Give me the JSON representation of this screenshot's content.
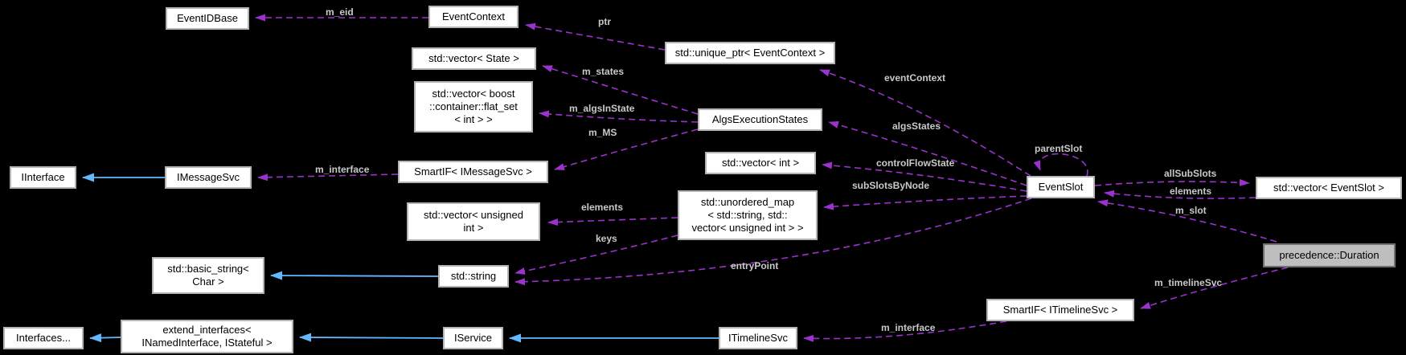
{
  "diagram": {
    "title": "EventSlot / precedence::Duration collaboration graph",
    "colors": {
      "background": "#000000",
      "usage_edge": "#9a32cd",
      "inheritance_edge": "#63b8ff",
      "edge_label": "#c9c9c9",
      "node_background": "#ffffff",
      "node_border": "#b4b4b4",
      "node_text": "#000000",
      "highlighted_node_background": "#bebebe",
      "highlighted_node_border": "#707070"
    },
    "nodes": {
      "event_id_base": {
        "label": "EventIDBase"
      },
      "event_context": {
        "label": "EventContext"
      },
      "unique_ptr_event_context": {
        "label": "std::unique_ptr< EventContext >"
      },
      "vector_state": {
        "label": "std::vector< State >"
      },
      "vector_flat_set": {
        "label": "std::vector< boost\n::container::flat_set\n< int > >"
      },
      "algs_execution_states": {
        "label": "AlgsExecutionStates"
      },
      "vector_int": {
        "label": "std::vector< int >"
      },
      "iinterface": {
        "label": "IInterface"
      },
      "imessagesvc": {
        "label": "IMessageSvc"
      },
      "smartif_imessagesvc": {
        "label": "SmartIF< IMessageSvc >"
      },
      "vector_unsigned_int": {
        "label": "std::vector< unsigned\nint >"
      },
      "unordered_map": {
        "label": "std::unordered_map\n< std::string, std::\nvector< unsigned int > >"
      },
      "event_slot": {
        "label": "EventSlot"
      },
      "vector_event_slot": {
        "label": "std::vector< EventSlot >"
      },
      "precedence_duration": {
        "label": "precedence::Duration",
        "highlighted": true
      },
      "smartif_itimelinesvc": {
        "label": "SmartIF< ITimelineSvc >"
      },
      "basic_string": {
        "label": "std::basic_string<\nChar >"
      },
      "std_string": {
        "label": "std::string"
      },
      "interfaces": {
        "label": "Interfaces..."
      },
      "extend_interfaces": {
        "label": "extend_interfaces<\nINamedInterface, IStateful >"
      },
      "iservice": {
        "label": "IService"
      },
      "itimelinesvc": {
        "label": "ITimelineSvc"
      }
    },
    "labels": {
      "m_eid": "m_eid",
      "ptr": "ptr",
      "m_states": "m_states",
      "m_algs_in_state": "m_algsInState",
      "m_ms": "m_MS",
      "event_context": "eventContext",
      "algs_states": "algsStates",
      "control_flow_state": "controlFlowState",
      "m_interface_msg": "m_interface",
      "sub_slots_by_node": "subSlotsByNode",
      "parent_slot": "parentSlot",
      "all_sub_slots": "allSubSlots",
      "elements_slot": "elements",
      "m_slot": "m_slot",
      "elements_map": "elements",
      "keys": "keys",
      "entry_point": "entryPoint",
      "m_timeline_svc": "m_timelineSvc",
      "m_interface_timeline": "m_interface"
    },
    "edges": [
      {
        "from": "event_context",
        "to": "event_id_base",
        "label": "m_eid",
        "type": "usage"
      },
      {
        "from": "unique_ptr_event_context",
        "to": "event_context",
        "label": "ptr",
        "type": "usage"
      },
      {
        "from": "event_slot",
        "to": "unique_ptr_event_context",
        "label": "eventContext",
        "type": "usage"
      },
      {
        "from": "algs_execution_states",
        "to": "vector_state",
        "label": "m_states",
        "type": "usage"
      },
      {
        "from": "algs_execution_states",
        "to": "vector_flat_set",
        "label": "m_algsInState",
        "type": "usage"
      },
      {
        "from": "algs_execution_states",
        "to": "smartif_imessagesvc",
        "label": "m_MS",
        "type": "usage"
      },
      {
        "from": "smartif_imessagesvc",
        "to": "imessagesvc",
        "label": "m_interface",
        "type": "usage"
      },
      {
        "from": "imessagesvc",
        "to": "iinterface",
        "label": "",
        "type": "inheritance"
      },
      {
        "from": "event_slot",
        "to": "algs_execution_states",
        "label": "algsStates",
        "type": "usage"
      },
      {
        "from": "event_slot",
        "to": "vector_int",
        "label": "controlFlowState",
        "type": "usage"
      },
      {
        "from": "event_slot",
        "to": "unordered_map",
        "label": "subSlotsByNode",
        "type": "usage"
      },
      {
        "from": "event_slot",
        "to": "event_slot",
        "label": "parentSlot",
        "type": "usage"
      },
      {
        "from": "event_slot",
        "to": "vector_event_slot",
        "label": "allSubSlots",
        "type": "usage"
      },
      {
        "from": "vector_event_slot",
        "to": "event_slot",
        "label": "elements",
        "type": "usage"
      },
      {
        "from": "precedence_duration",
        "to": "event_slot",
        "label": "m_slot",
        "type": "usage"
      },
      {
        "from": "event_slot",
        "to": "std_string",
        "label": "entryPoint",
        "type": "usage"
      },
      {
        "from": "unordered_map",
        "to": "vector_unsigned_int",
        "label": "elements",
        "type": "usage"
      },
      {
        "from": "unordered_map",
        "to": "std_string",
        "label": "keys",
        "type": "usage"
      },
      {
        "from": "std_string",
        "to": "basic_string",
        "label": "",
        "type": "inheritance"
      },
      {
        "from": "precedence_duration",
        "to": "smartif_itimelinesvc",
        "label": "m_timelineSvc",
        "type": "usage"
      },
      {
        "from": "smartif_itimelinesvc",
        "to": "itimelinesvc",
        "label": "m_interface",
        "type": "usage"
      },
      {
        "from": "itimelinesvc",
        "to": "iservice",
        "label": "",
        "type": "inheritance"
      },
      {
        "from": "iservice",
        "to": "extend_interfaces",
        "label": "",
        "type": "inheritance"
      },
      {
        "from": "extend_interfaces",
        "to": "interfaces",
        "label": "",
        "type": "inheritance"
      }
    ]
  }
}
